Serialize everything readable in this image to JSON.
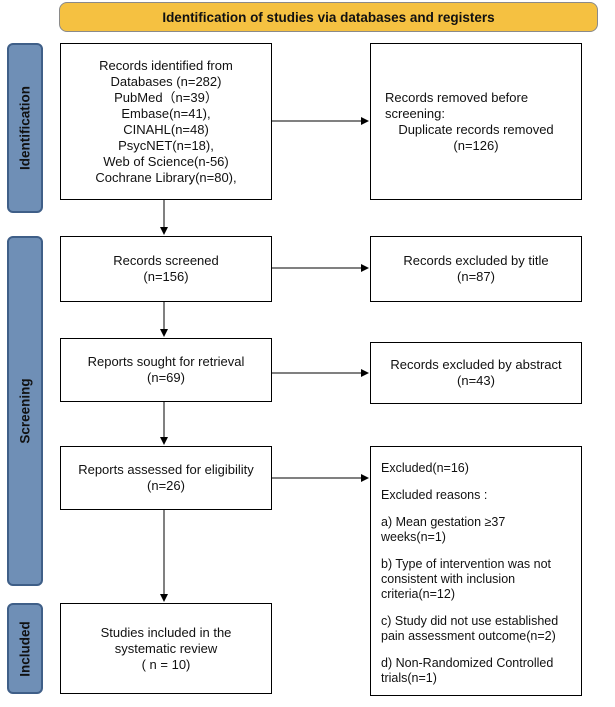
{
  "banner": "Identification of studies via databases and registers",
  "phases": {
    "identification": "Identification",
    "screening": "Screening",
    "included": "Included"
  },
  "identified": {
    "l1": "Records identified from",
    "l2": "Databases (n=282)",
    "l3": "PubMed（n=39）",
    "l4": "Embase(n=41),",
    "l5": "CINAHL(n=48)",
    "l6": "PsycNET(n=18),",
    "l7": "Web of Science(n-56)",
    "l8": "Cochrane Library(n=80),"
  },
  "removed": {
    "l1": "Records removed before",
    "l2": "screening:",
    "l3": "Duplicate records removed",
    "l4": "(n=126)"
  },
  "screened": {
    "l1": "Records screened",
    "l2": "(n=156)"
  },
  "excluded_title": {
    "l1": "Records excluded by title",
    "l2": "(n=87)"
  },
  "sought": {
    "l1": "Reports sought for retrieval",
    "l2": "(n=69)"
  },
  "excluded_abstract": {
    "l1": "Records excluded by abstract",
    "l2": "(n=43)"
  },
  "assessed": {
    "l1": "Reports assessed for eligibility",
    "l2": "(n=26)"
  },
  "excluded": {
    "title": "Excluded(n=16)",
    "reasons_heading": "Excluded reasons :",
    "a": "a) Mean gestation ≥37 weeks(n=1)",
    "b": "b) Type of intervention was not consistent with inclusion criteria(n=12)",
    "c": "c) Study did not use established pain assessment outcome(n=2)",
    "d": "d) Non-Randomized Controlled trials(n=1)"
  },
  "included_box": {
    "l1": "Studies included in the",
    "l2": "systematic review",
    "l3": "( n = 10)"
  },
  "colors": {
    "banner": "#f5c141",
    "phase_fill": "#6f8fb6",
    "phase_border": "#3f5f88"
  }
}
